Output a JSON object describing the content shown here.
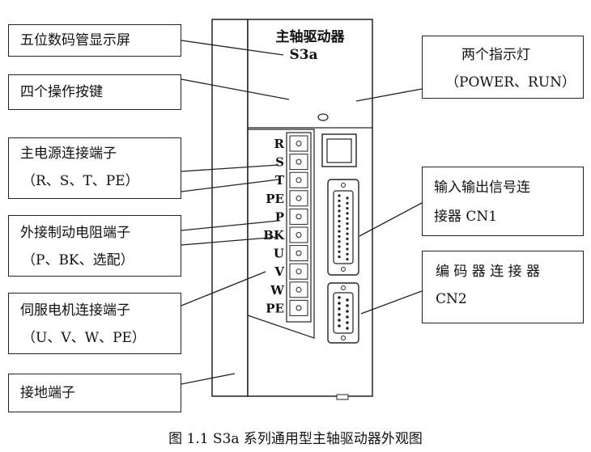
{
  "device": {
    "title": "主轴驱动器",
    "model": "S3a",
    "terminals": [
      "R",
      "S",
      "T",
      "PE",
      "P",
      "BK",
      "U",
      "V",
      "W",
      "PE"
    ]
  },
  "callouts": {
    "display": "五位数码管显示屏",
    "keys": "四个操作按键",
    "main_power_line1": "主电源连接端子",
    "main_power_line2": "（R、S、T、PE）",
    "brake_line1": "外接制动电阻端子",
    "brake_line2": "（P、BK、选配）",
    "motor_line1": "伺服电机连接端子",
    "motor_line2": "（U、V、W、PE）",
    "ground": "接地端子",
    "indicators_line1": "两个指示灯",
    "indicators_line2": "（POWER、RUN）",
    "io_line1": "输入输出信号连",
    "io_line2": "接器 CN1",
    "encoder_line1": "编 码 器 连 接 器",
    "encoder_line2": "CN2"
  },
  "caption": "图 1.1    S3a 系列通用型主轴驱动器外观图"
}
